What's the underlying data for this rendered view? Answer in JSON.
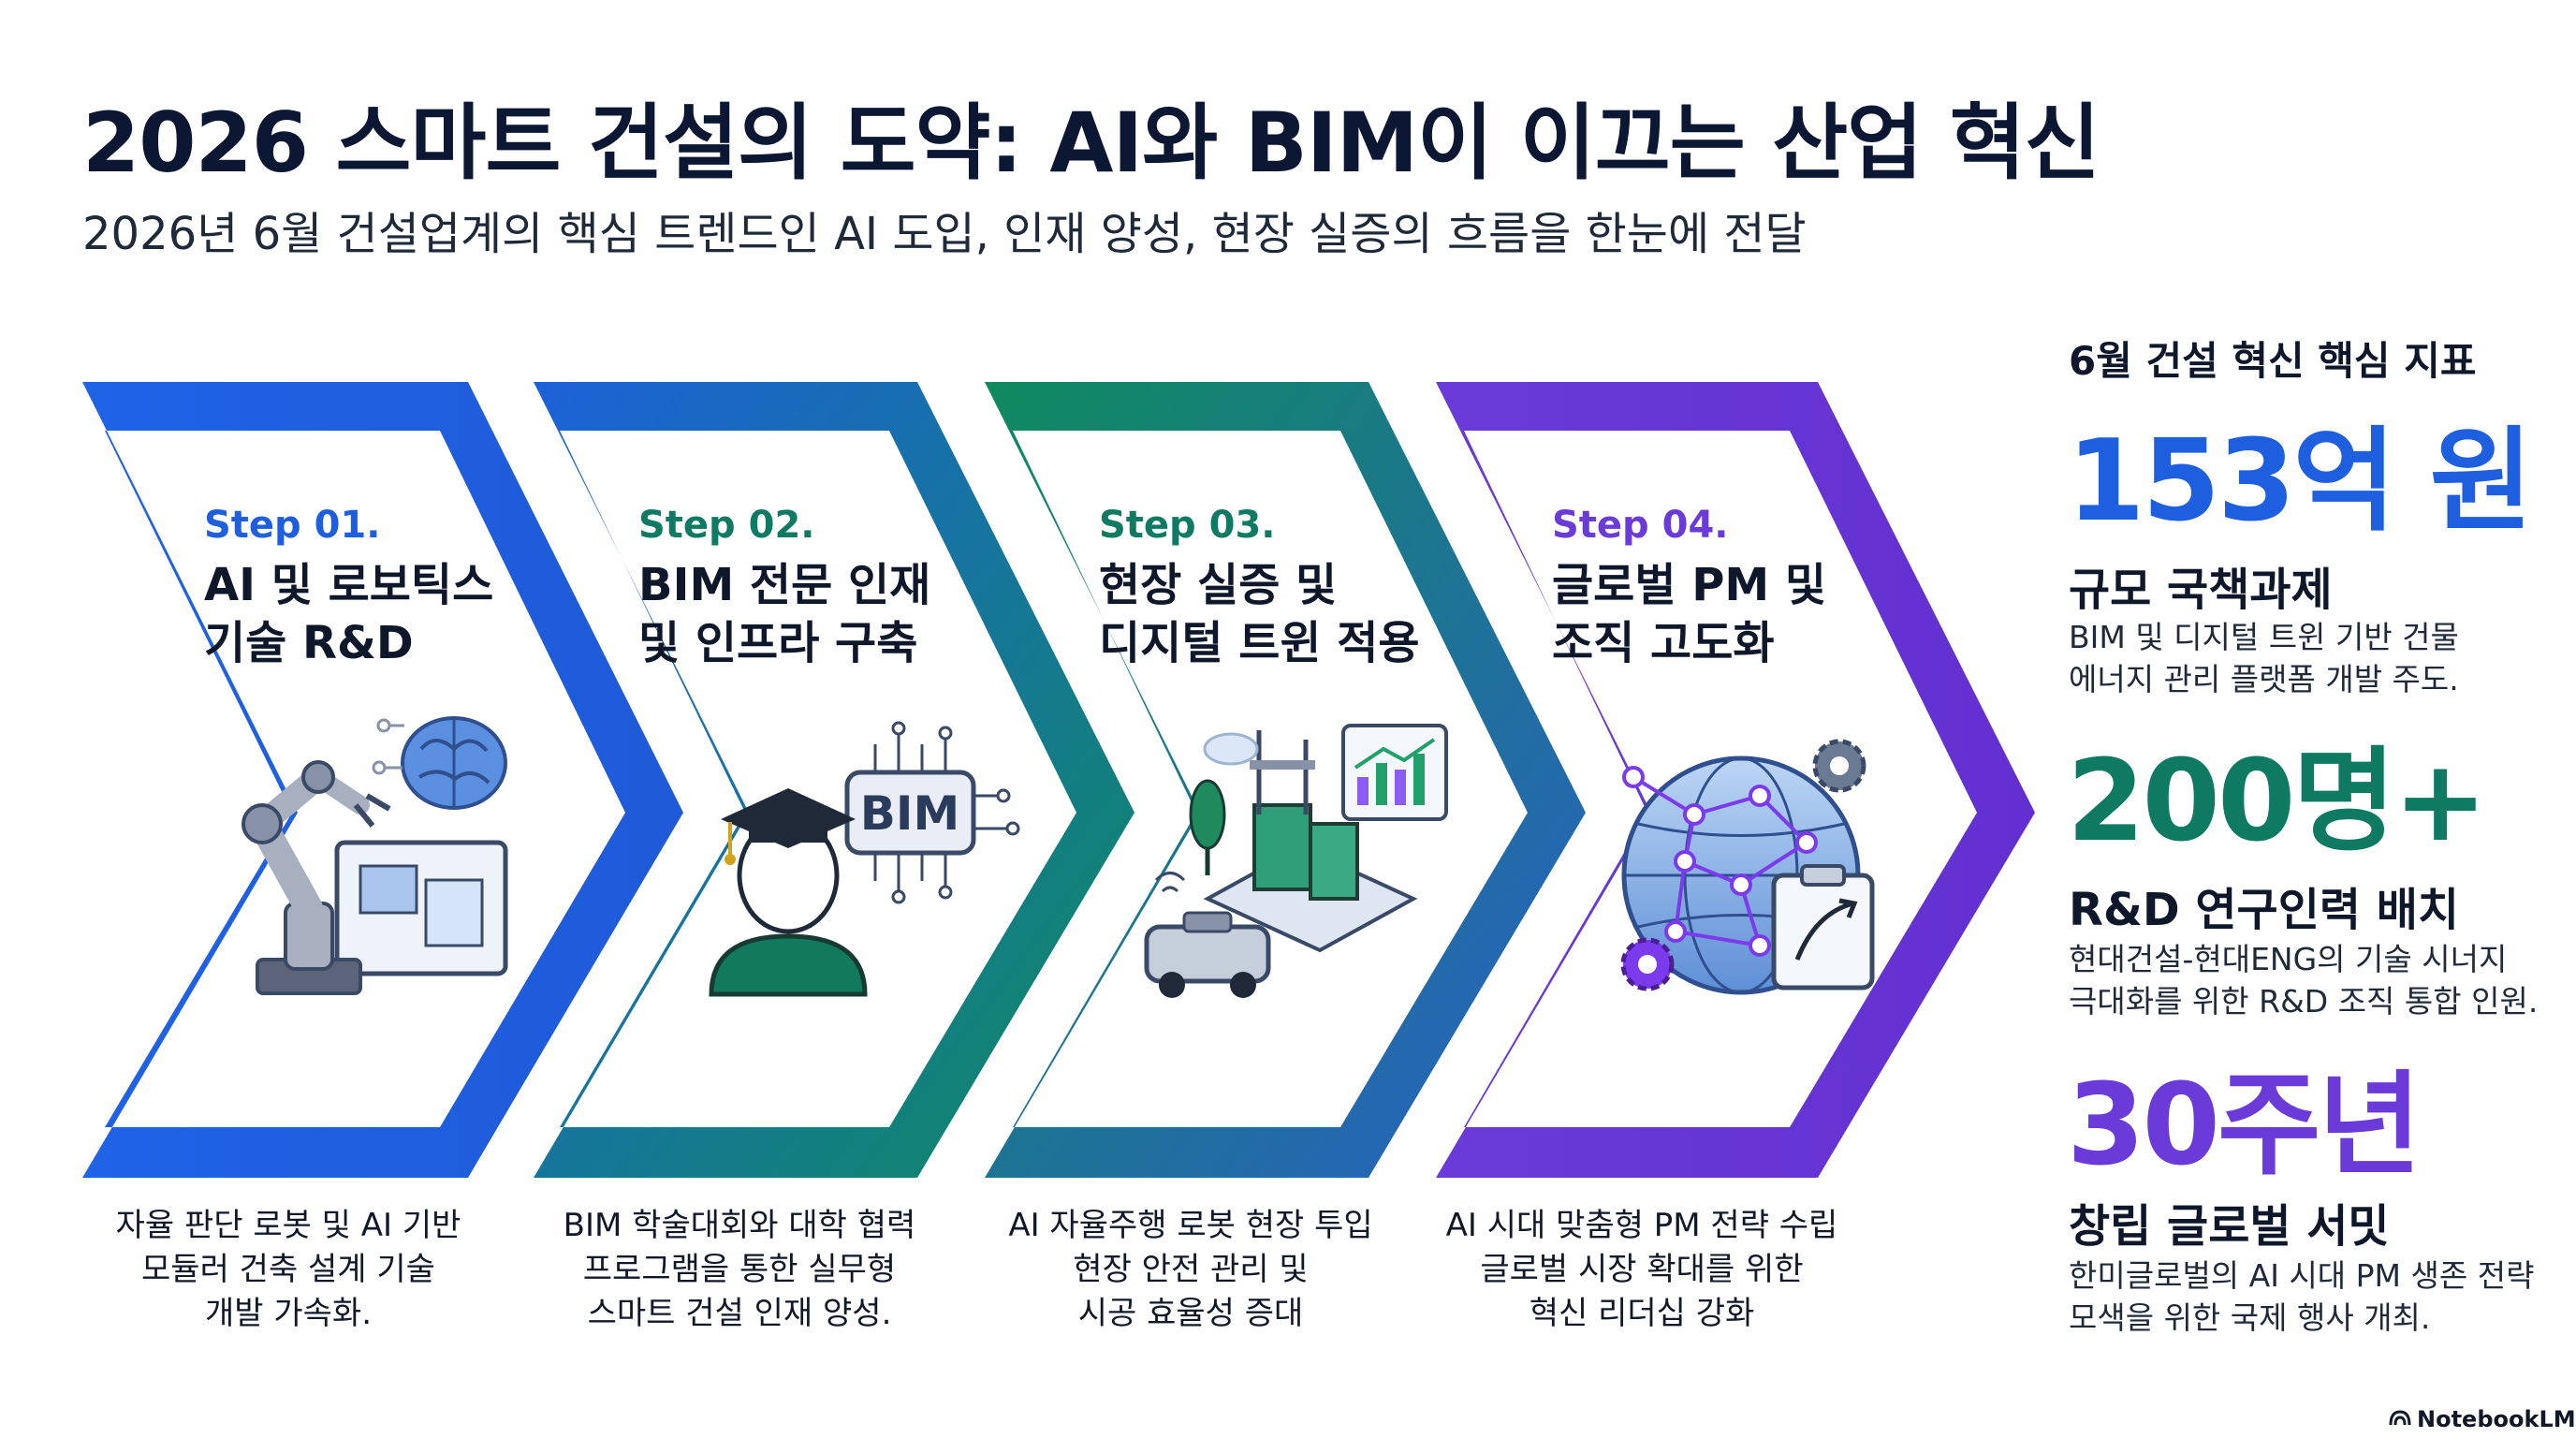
{
  "header": {
    "title": "2026 스마트 건설의 도약: AI와 BIM이 이끄는 산업 혁신",
    "subtitle": "2026년 6월 건설업계의 핵심 트렌드인 AI 도입, 인재 양성, 현장 실증의 흐름을 한눈에 전달"
  },
  "steps": [
    {
      "label": "Step 01.",
      "title": "AI 및 로보틱스\n기술 R&D",
      "description": "자율 판단 로봇 및 AI 기반\n모듈러 건축 설계 기술\n개발 가속화.",
      "icon": "robot-arm-brain-icon",
      "color": "#1e5fe0"
    },
    {
      "label": "Step 02.",
      "title": "BIM 전문 인재\n및 인프라 구축",
      "description": "BIM 학술대회와 대학 협력\n프로그램을 통한 실무형\n스마트 건설 인재 양성.",
      "icon": "graduate-bim-chip-icon",
      "badge": "BIM",
      "color": "#0f7a62"
    },
    {
      "label": "Step 03.",
      "title": "현장 실증 및\n디지털 트윈 적용",
      "description": "AI 자율주행 로봇 현장 투입\n현장 안전 관리 및\n시공 효율성 증대",
      "icon": "digital-twin-site-icon",
      "color": "#0f7a62"
    },
    {
      "label": "Step 04.",
      "title": "글로벌 PM 및\n조직 고도화",
      "description": "AI 시대 맞춤형 PM 전략 수립\n글로벌 시장 확대를 위한\n혁신 리더십 강화",
      "icon": "global-network-clipboard-icon",
      "color": "#6a3bd9"
    }
  ],
  "kpi": {
    "heading": "6월 건설 혁신 핵심 지표",
    "items": [
      {
        "value": "153억 원",
        "label": "규모 국책과제",
        "description": "BIM 및 디지털 트윈 기반 건물\n에너지 관리 플랫폼 개발 주도.",
        "color": "#1e5fe0"
      },
      {
        "value": "200명+",
        "label": "R&D 연구인력 배치",
        "description": "현대건설-현대ENG의 기술 시너지\n극대화를 위한 R&D 조직 통합 인원.",
        "color": "#0f7a62"
      },
      {
        "value": "30주년",
        "label": "창립 글로벌 서밋",
        "description": "한미글로벌의 AI 시대 PM 생존 전략\n모색을 위한 국제 행사 개최.",
        "color": "#6a3bd9"
      }
    ]
  },
  "brand": {
    "name": "NotebookLM",
    "icon": "notebooklm-logo-icon"
  },
  "colors": {
    "blue": "#1e5fe0",
    "green": "#0f7a62",
    "purple": "#6a3bd9",
    "dark": "#0b1733"
  }
}
